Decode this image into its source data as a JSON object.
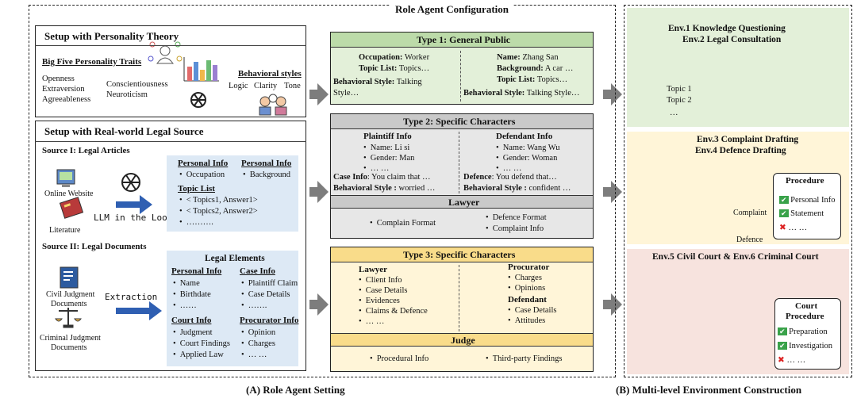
{
  "captions": {
    "a": "(A) Role Agent Setting",
    "b": "(B) Multi-level Environment Construction"
  },
  "config_title": "Role Agent Configuration",
  "personality": {
    "title": "Setup with Personality Theory",
    "traits_title": "Big Five Personality Traits",
    "traits": [
      "Openness",
      "Extraversion",
      "Agreeableness",
      "Conscientiousness",
      "Neuroticism"
    ],
    "styles_title": "Behavioral styles",
    "styles": [
      "Logic",
      "Clarity",
      "Tone"
    ]
  },
  "legal": {
    "title": "Setup with Real-world Legal Source",
    "source1": {
      "title": "Source I: Legal Articles",
      "labels": [
        "Online Website",
        "Literature"
      ],
      "arrow_label": "LLM in the Loop",
      "box": {
        "pi1": "Personal Info",
        "pi1_item": "Occupation",
        "pi2": "Personal Info",
        "pi2_item": "Background",
        "topic": "Topic List",
        "topics": [
          "< Topics1, Answer1>",
          "< Topics2, Answer2>",
          "………."
        ]
      }
    },
    "source2": {
      "title": "Source II: Legal Documents",
      "labels": [
        "Civil Judgment",
        "Documents",
        "Criminal Judgment",
        "Documents"
      ],
      "arrow_label": "Extraction",
      "box": {
        "title": "Legal Elements",
        "personal": "Personal Info",
        "personal_items": [
          "Name",
          "Birthdate",
          "……"
        ],
        "case": "Case Info",
        "case_items": [
          "Plaintiff Claim",
          "Case Details",
          "……."
        ],
        "court": "Court Info",
        "court_items": [
          "Judgment",
          "Court Findings",
          "Applied Law"
        ],
        "proc": "Procurator Info",
        "proc_items": [
          "Opinion",
          "Charges",
          "… …"
        ]
      }
    }
  },
  "type1": {
    "title": "Type 1: General Public",
    "left": {
      "occ_k": "Occupation:",
      "occ_v": " Worker",
      "topic_k": "Topic List:",
      "topic_v": " Topics…",
      "style_k": "Behavioral Style:",
      "style_v": " Talking",
      "style_v2": "Style…"
    },
    "right": {
      "name_k": "Name:",
      "name_v": " Zhang San",
      "bg_k": "Background:",
      "bg_v": " A car …",
      "topic_k": "Topic List:",
      "topic_v": " Topics…",
      "style_k": "Behavioral Style:",
      "style_v": " Talking Style…"
    }
  },
  "type2": {
    "title": "Type 2: Specific Characters",
    "plaintiff": {
      "title": "Plaintiff Info",
      "items": [
        "Name: Li si",
        "Gender: Man",
        "… …"
      ],
      "case_k": "Case Info",
      "case_v": ": You claim that …",
      "style_k": "Behavioral Style :",
      "style_v": " worried …"
    },
    "defendant": {
      "title": "Defendant Info",
      "items": [
        "Name: Wang Wu",
        "Gender: Woman",
        "… …"
      ],
      "def_k": "Defence",
      "def_v": ": You defend that…",
      "style_k": "Behavioral Style :",
      "style_v": " confident …"
    },
    "lawyer": {
      "title": "Lawyer",
      "left": [
        "Complain Format"
      ],
      "right": [
        "Defence Format",
        "Complaint Info"
      ]
    }
  },
  "type3": {
    "title": "Type 3: Specific Characters",
    "lawyer": {
      "title": "Lawyer",
      "items": [
        "Client Info",
        "Case Details",
        "Evidences",
        "Claims & Defence",
        "… …"
      ]
    },
    "procurator": {
      "title": "Procurator",
      "items": [
        "Charges",
        "Opinions"
      ]
    },
    "defendant": {
      "title": "Defendant",
      "items": [
        "Case Details",
        "Attitudes"
      ]
    },
    "judge": {
      "title": "Judge",
      "items": [
        "Procedural Info",
        "Third-party Findings"
      ]
    }
  },
  "env": {
    "e12": {
      "l1": "Env.1 Knowledge Questioning",
      "l2": "Env.2 Legal Consultation",
      "topics": [
        "Topic 1",
        "Topic 2",
        "…"
      ]
    },
    "e34": {
      "l1": "Env.3  Complaint Drafting",
      "l2": "Env.4  Defence Drafting",
      "complaint": "Complaint",
      "defence": "Defence",
      "procedure": "Procedure",
      "items": [
        "Personal Info",
        "Statement",
        "… …"
      ]
    },
    "e56": {
      "l1": "Env.5 Civil Court & Env.6 Criminal Court",
      "court": "Court",
      "procedure": "Procedure",
      "items": [
        "Preparation",
        "Investigation",
        "… …"
      ]
    }
  }
}
